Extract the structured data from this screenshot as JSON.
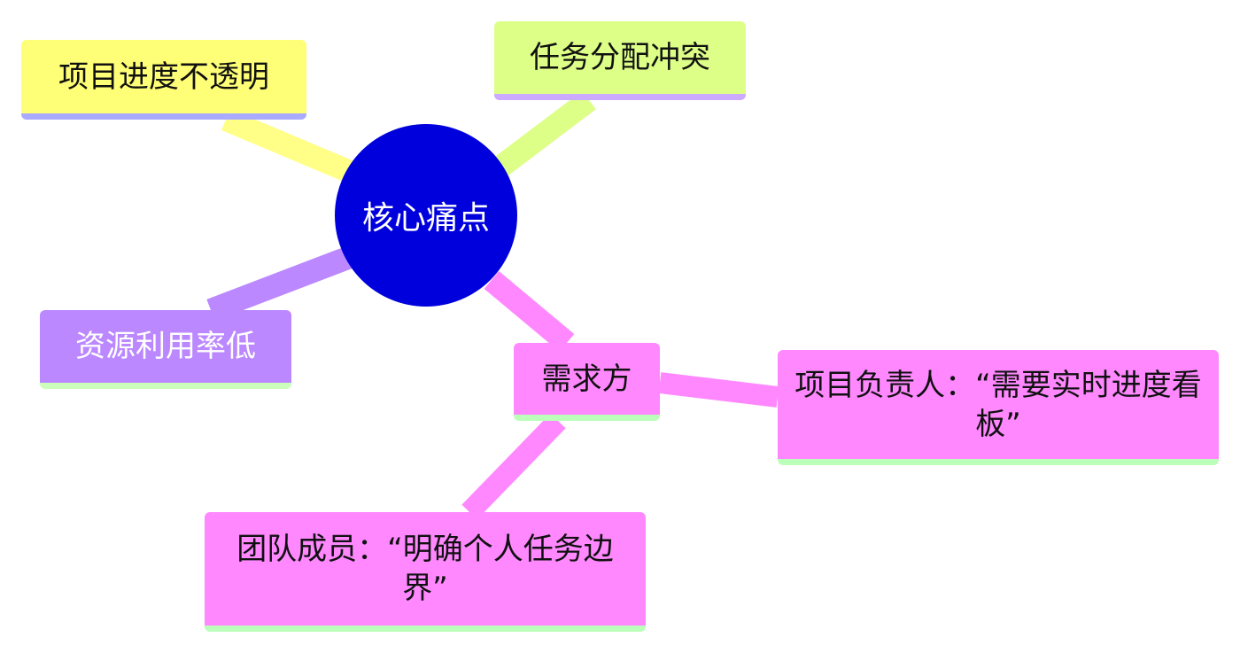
{
  "mindmap": {
    "root": {
      "label": "核心痛点",
      "color": "#0000dd"
    },
    "branches": {
      "progress": {
        "label": "项目进度不透明",
        "color": "#ffff77",
        "accent": "#aaaaff"
      },
      "conflict": {
        "label": "任务分配冲突",
        "color": "#ddff88",
        "accent": "#ccaaff"
      },
      "resource": {
        "label": "资源利用率低",
        "color": "#bb88ff",
        "accent": "#ccffbb"
      },
      "demand": {
        "label": "需求方",
        "color": "#ff88ff",
        "accent": "#bbffbb",
        "children": {
          "owner": {
            "label": "项目负责人：“需要实时进度看板”"
          },
          "team": {
            "label": "团队成员：“明确个人任务边界”"
          }
        }
      }
    },
    "edge_colors": {
      "progress": "#ffff88",
      "conflict": "#ddff88",
      "resource": "#bb88ff",
      "demand": "#ff88ff"
    }
  }
}
